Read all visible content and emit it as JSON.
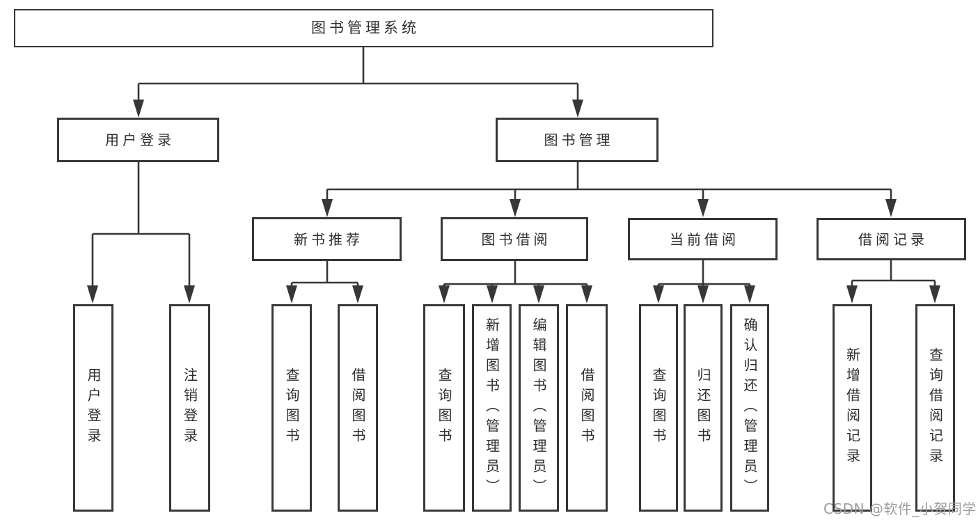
{
  "colors": {
    "line": "#373737",
    "box_border": "#373737",
    "text": "#2d2d2d",
    "background": "#ffffff",
    "watermark": "#9b9b9b"
  },
  "tree": {
    "root": {
      "label": "图书管理系统"
    },
    "branches": [
      {
        "label": "用户登录",
        "children": [
          {
            "label": "用户登录"
          },
          {
            "label": "注销登录"
          }
        ]
      },
      {
        "label": "图书管理",
        "children": [
          {
            "label": "新书推荐",
            "children": [
              {
                "label": "查询图书"
              },
              {
                "label": "借阅图书"
              }
            ]
          },
          {
            "label": "图书借阅",
            "children": [
              {
                "label": "查询图书"
              },
              {
                "label": "新增图书（管理员）"
              },
              {
                "label": "编辑图书（管理员）"
              },
              {
                "label": "借阅图书"
              }
            ]
          },
          {
            "label": "当前借阅",
            "children": [
              {
                "label": "查询图书"
              },
              {
                "label": "归还图书"
              },
              {
                "label": "确认归还（管理员）"
              }
            ]
          },
          {
            "label": "借阅记录",
            "children": [
              {
                "label": "新增借阅记录"
              },
              {
                "label": "查询借阅记录"
              }
            ]
          }
        ]
      }
    ]
  },
  "watermark": {
    "text": "CSDN @软件_小贺同学"
  }
}
